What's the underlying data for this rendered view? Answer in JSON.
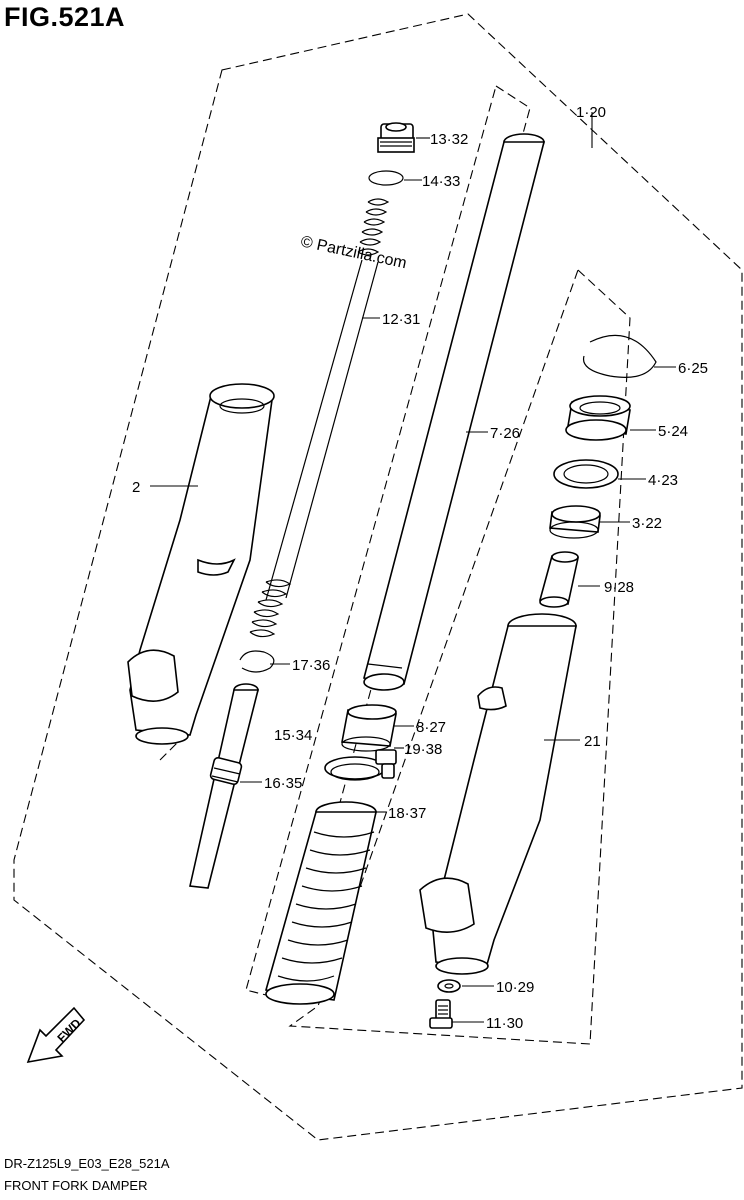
{
  "figure": {
    "title": "FIG.521A",
    "model_code": "DR-Z125L9_E03_E28_521A",
    "description": "FRONT FORK DAMPER",
    "watermark": "© Partzilla.com",
    "fwd_label": "FWD"
  },
  "callouts": [
    {
      "id": "c-1-20",
      "text": "1·20"
    },
    {
      "id": "c-13-32",
      "text": "13·32"
    },
    {
      "id": "c-14-33",
      "text": "14·33"
    },
    {
      "id": "c-12-31",
      "text": "12·31"
    },
    {
      "id": "c-6-25",
      "text": "6·25"
    },
    {
      "id": "c-7-26",
      "text": "7·26"
    },
    {
      "id": "c-5-24",
      "text": "5·24"
    },
    {
      "id": "c-2",
      "text": "2"
    },
    {
      "id": "c-4-23",
      "text": "4·23"
    },
    {
      "id": "c-3-22",
      "text": "3·22"
    },
    {
      "id": "c-9-28",
      "text": "9·28"
    },
    {
      "id": "c-17-36",
      "text": "17·36"
    },
    {
      "id": "c-8-27",
      "text": "8·27"
    },
    {
      "id": "c-15-34",
      "text": "15·34"
    },
    {
      "id": "c-21",
      "text": "21"
    },
    {
      "id": "c-19-38",
      "text": "19·38"
    },
    {
      "id": "c-16-35",
      "text": "16·35"
    },
    {
      "id": "c-18-37",
      "text": "18·37"
    },
    {
      "id": "c-10-29",
      "text": "10·29"
    },
    {
      "id": "c-11-30",
      "text": "11·30"
    }
  ]
}
